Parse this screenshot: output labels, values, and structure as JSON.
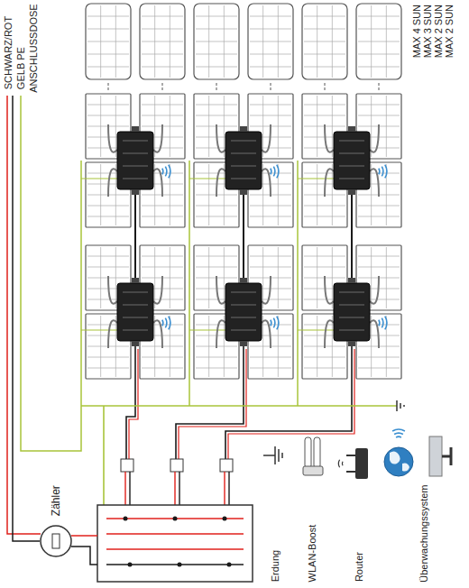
{
  "diagram": {
    "labels": [
      "SCHWARZ/ROT",
      "GELB PE",
      "ANSCHLUSSDOSE",
      "Zähler",
      "MAX 4 SUN",
      "MAX 3 SUN",
      "MAX 2 SUN",
      "MAX 2 SUN",
      "Erdung",
      "WLAN-Boost",
      "Router",
      "Überwachungssystem"
    ]
  }
}
